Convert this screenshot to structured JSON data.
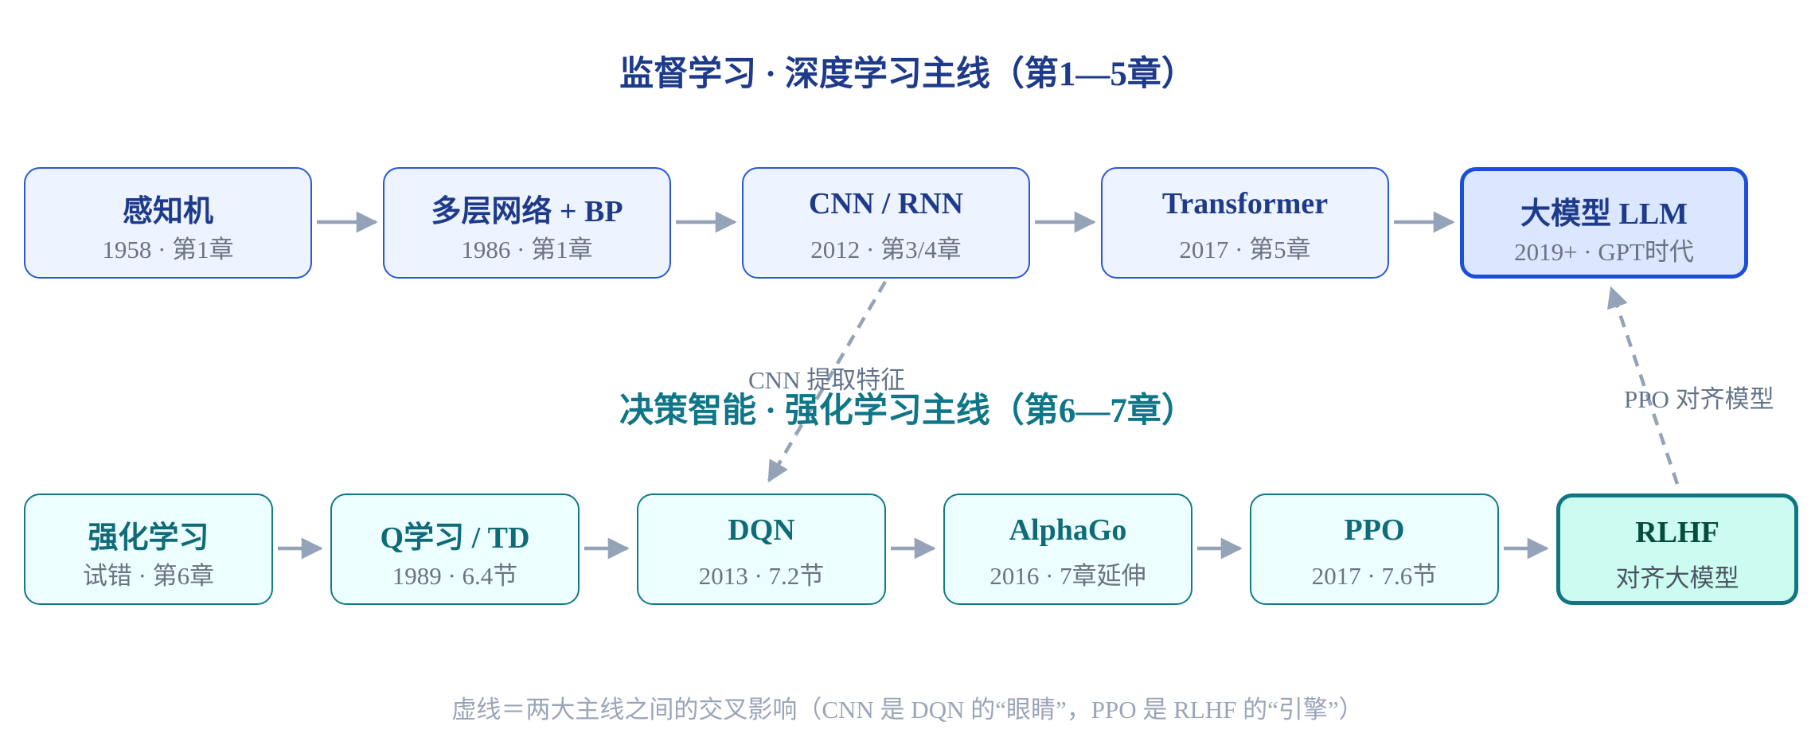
{
  "titles": {
    "supervised": "监督学习 · 深度学习主线（第1—5章）",
    "rl": "决策智能 · 强化学习主线（第6—7章）"
  },
  "top_row": [
    {
      "name": "感知机",
      "sub": "1958 · 第1章"
    },
    {
      "name": "多层网络 + BP",
      "sub": "1986 · 第1章"
    },
    {
      "name": "CNN / RNN",
      "sub": "2012 · 第3/4章"
    },
    {
      "name": "Transformer",
      "sub": "2017 · 第5章"
    },
    {
      "name": "大模型 LLM",
      "sub": "2019+ · GPT时代"
    }
  ],
  "bottom_row": [
    {
      "name": "强化学习",
      "sub": "试错 · 第6章"
    },
    {
      "name": "Q学习 / TD",
      "sub": "1989 · 6.4节"
    },
    {
      "name": "DQN",
      "sub": "2013 · 7.2节"
    },
    {
      "name": "AlphaGo",
      "sub": "2016 · 7章延伸"
    },
    {
      "name": "PPO",
      "sub": "2017 · 7.6节"
    },
    {
      "name": "RLHF",
      "sub": "对齐大模型"
    }
  ],
  "cross_links": [
    {
      "label": "CNN 提取特征"
    },
    {
      "label": "PPO 对齐模型"
    }
  ],
  "legend": "虚线＝两大主线之间的交叉影响（CNN 是 DQN 的“眼睛”，PPO 是 RLHF 的“引擎”）",
  "colors": {
    "supervised_accent": "#1e3a8a",
    "rl_accent": "#0f7688",
    "arrow": "#94a3b8"
  }
}
